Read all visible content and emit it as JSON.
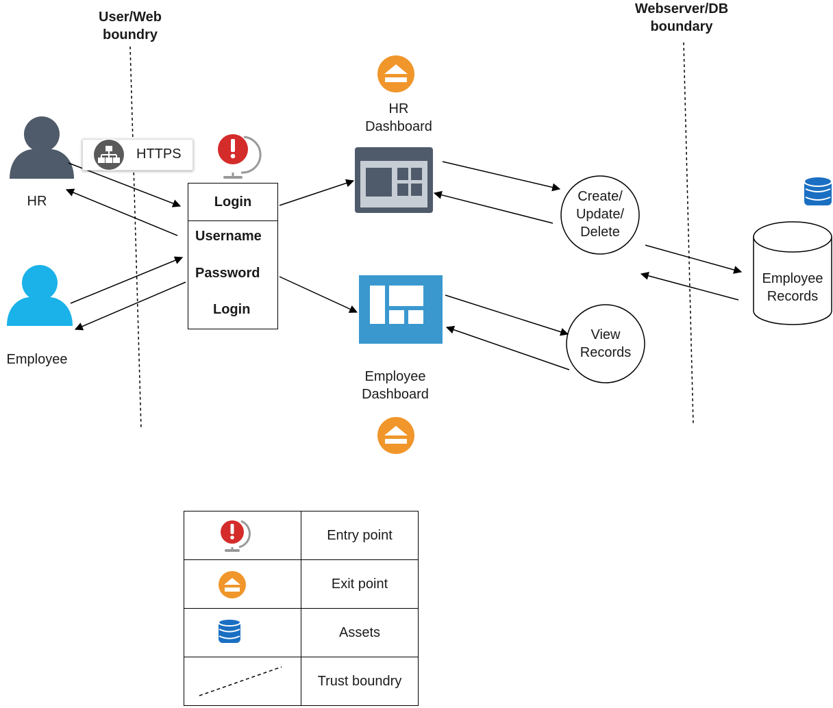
{
  "boundaries": {
    "user_web": "User/Web\nboundry",
    "web_db": "Webserver/DB\nboundary"
  },
  "actors": {
    "hr": "HR",
    "employee": "Employee"
  },
  "https_label": "HTTPS",
  "login_box": {
    "title": "Login",
    "username": "Username",
    "password": "Password",
    "login": "Login"
  },
  "dashboards": {
    "hr": "HR\nDashboard",
    "employee": "Employee\nDashboard"
  },
  "processes": {
    "crud": "Create/\nUpdate/\nDelete",
    "view": "View\nRecords"
  },
  "store": {
    "label": "Employee\nRecords"
  },
  "legend": {
    "rows": [
      {
        "icon": "entry-point-icon",
        "label": "Entry point"
      },
      {
        "icon": "exit-point-icon",
        "label": "Exit point"
      },
      {
        "icon": "database-icon",
        "label": "Assets"
      },
      {
        "icon": "dashed-line-icon",
        "label": "Trust boundry"
      }
    ]
  },
  "colors": {
    "hr_actor": "#4f5b6a",
    "employee_actor": "#1ab2e8",
    "entry_red": "#d42b2b",
    "exit_orange": "#f0962b",
    "db_blue": "#1a6fc2",
    "hr_dash": "#4f5b6a",
    "emp_dash": "#3a98cf"
  }
}
